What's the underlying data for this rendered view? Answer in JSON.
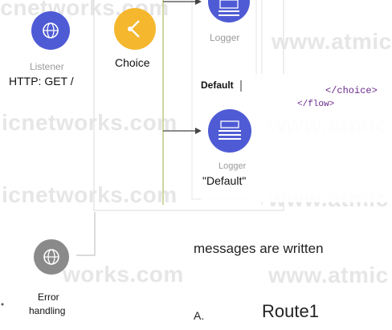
{
  "watermark": {
    "text_left": "icnetworks.com",
    "text_left_partial": "works.com",
    "text_right": "www.atmic"
  },
  "flow": {
    "listener": {
      "type_label": "Listener",
      "name": "HTTP: GET /",
      "icon": "globe-icon",
      "color": "#4f5bd5"
    },
    "choice": {
      "label": "Choice",
      "icon": "branch-icon",
      "color": "#f5b72e"
    },
    "logger_top": {
      "type_label": "Logger",
      "icon": "logger-icon",
      "color": "#4f5bd5"
    },
    "logger_default": {
      "type_label": "Logger",
      "name": "\"Default\"",
      "icon": "logger-icon",
      "color": "#4f5bd5"
    },
    "default_route_label": "Default",
    "error_handling": {
      "line1": "Error",
      "line2": "handling",
      "icon": "globe-icon",
      "color": "#8a8a8a"
    }
  },
  "xml": {
    "line1": "</choice>",
    "line2": "</flow>"
  },
  "question": {
    "fragment": "messages are written",
    "option_letter": "A.",
    "option_text": "Route1"
  }
}
